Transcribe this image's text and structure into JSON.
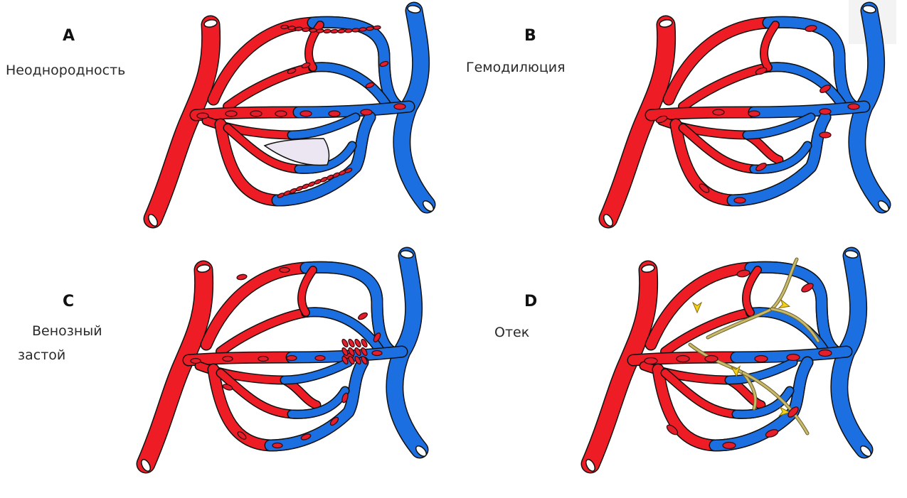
{
  "panels": [
    {
      "id": "A",
      "letter": "A",
      "label": "Неоднородность"
    },
    {
      "id": "B",
      "letter": "B",
      "label": "Гемодилюция"
    },
    {
      "id": "C",
      "letter": "C",
      "label_lines": [
        "Венозный",
        "застой"
      ]
    },
    {
      "id": "D",
      "letter": "D",
      "label": "Отек"
    }
  ],
  "colors": {
    "artery": "#ee1c25",
    "vein": "#1b6fe0",
    "rbc": "#e41e2b",
    "lymph": "#c9b96a",
    "arrow": "#f2d11b",
    "pool": "#ece6f2"
  }
}
